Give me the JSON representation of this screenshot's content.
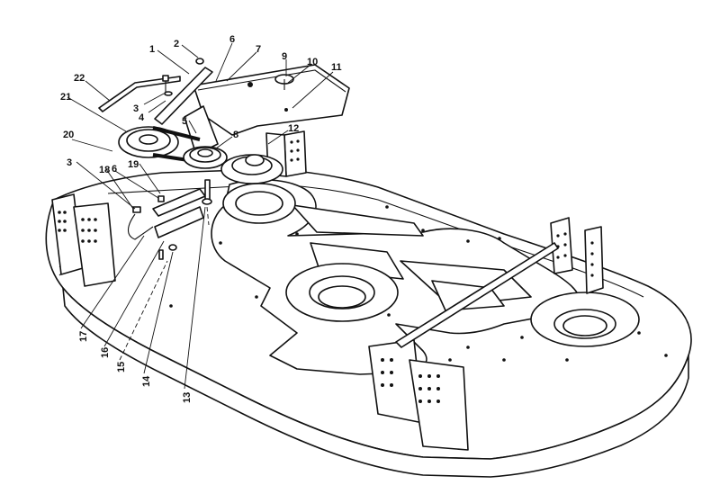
{
  "callouts": [
    {
      "id": "1",
      "text": "1"
    },
    {
      "id": "2",
      "text": "2"
    },
    {
      "id": "3a",
      "text": "3"
    },
    {
      "id": "3b",
      "text": "3"
    },
    {
      "id": "4",
      "text": "4"
    },
    {
      "id": "5",
      "text": "5"
    },
    {
      "id": "6a",
      "text": "6"
    },
    {
      "id": "6b",
      "text": "6"
    },
    {
      "id": "7",
      "text": "7"
    },
    {
      "id": "8",
      "text": "8"
    },
    {
      "id": "9",
      "text": "9"
    },
    {
      "id": "10",
      "text": "10"
    },
    {
      "id": "11",
      "text": "11"
    },
    {
      "id": "12",
      "text": "12"
    },
    {
      "id": "13",
      "text": "13"
    },
    {
      "id": "14",
      "text": "14"
    },
    {
      "id": "15",
      "text": "15"
    },
    {
      "id": "16",
      "text": "16"
    },
    {
      "id": "17",
      "text": "17"
    },
    {
      "id": "18",
      "text": "18"
    },
    {
      "id": "19",
      "text": "19"
    },
    {
      "id": "20",
      "text": "20"
    },
    {
      "id": "21",
      "text": "21"
    },
    {
      "id": "22",
      "text": "22"
    }
  ]
}
